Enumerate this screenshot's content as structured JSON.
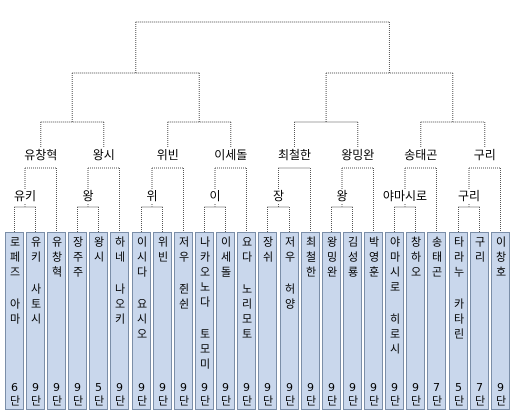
{
  "bracket": {
    "semifinals": [
      "",
      ""
    ],
    "quarterfinals": [
      "",
      "",
      "",
      ""
    ],
    "round16": [
      "유창혁",
      "왕시",
      "위빈",
      "이세돌",
      "최철한",
      "왕밍완",
      "송태곤",
      "구리"
    ],
    "round32": [
      "유키",
      "",
      "왕",
      "",
      "위",
      "",
      "이",
      "",
      "장",
      "",
      "왕",
      "",
      "야마시로",
      "",
      "구리",
      ""
    ]
  },
  "players": [
    {
      "name": "로페즈 아마",
      "rank": "6단"
    },
    {
      "name": "유키 사토시",
      "rank": "9단"
    },
    {
      "name": "유창혁",
      "rank": "9단"
    },
    {
      "name": "장주주",
      "rank": "9단"
    },
    {
      "name": "왕시",
      "rank": "5단"
    },
    {
      "name": "하네 나오키",
      "rank": "9단"
    },
    {
      "name": "이시다 요시오",
      "rank": "9단"
    },
    {
      "name": "위빈",
      "rank": "9단"
    },
    {
      "name": "저우 쥔쉰",
      "rank": "9단"
    },
    {
      "name": "나카오노다 토모미",
      "rank": "9단"
    },
    {
      "name": "이세돌",
      "rank": "9단"
    },
    {
      "name": "요다 노리모토",
      "rank": "9단"
    },
    {
      "name": "장쉬",
      "rank": "9단"
    },
    {
      "name": "저우 허양",
      "rank": "9단"
    },
    {
      "name": "최철한",
      "rank": "9단"
    },
    {
      "name": "왕밍완",
      "rank": "9단"
    },
    {
      "name": "김성룡",
      "rank": "9단"
    },
    {
      "name": "박영훈",
      "rank": "9단"
    },
    {
      "name": "야마시로 히로시",
      "rank": "9단"
    },
    {
      "name": "창하오",
      "rank": "9단"
    },
    {
      "name": "송태곤",
      "rank": "7단"
    },
    {
      "name": "타라누 카타린",
      "rank": "5단"
    },
    {
      "name": "구리",
      "rank": "7단"
    },
    {
      "name": "이창호",
      "rank": "9단"
    }
  ],
  "colors": {
    "card_fill": "#c9d7ec",
    "card_border": "#7b8ea8",
    "line": "#555555"
  }
}
